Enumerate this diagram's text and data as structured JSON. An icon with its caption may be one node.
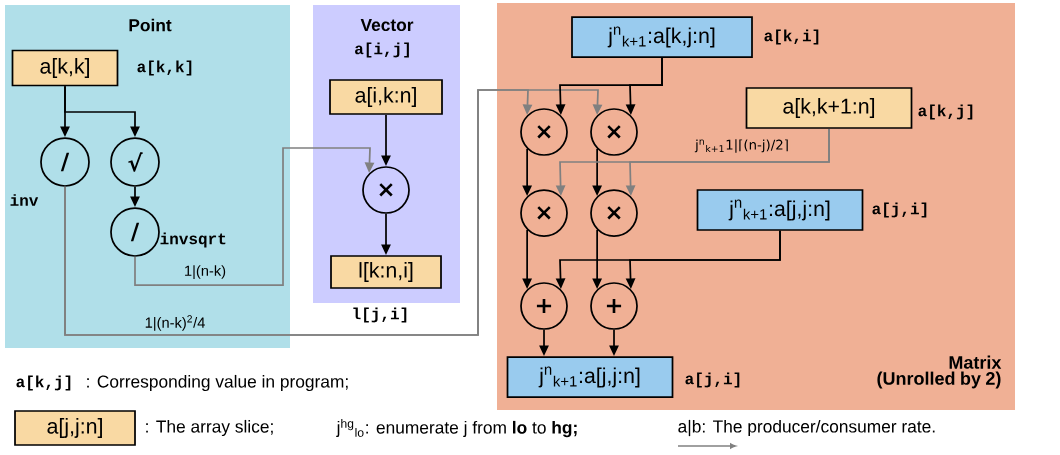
{
  "diagram": {
    "nodes": [
      {
        "text": [
          "Point"
        ]
      },
      {
        "text": [
          "a[k,k]"
        ],
        "in": 0,
        "beside": [
          "a[k,k]"
        ]
      },
      {
        "text": [
          "/"
        ],
        "in": 0,
        "beside": [
          "inv"
        ]
      },
      {
        "text": [
          "√"
        ],
        "in": 0
      },
      {
        "text": [
          "/"
        ],
        "in": 0,
        "beside": [
          "invsqrt"
        ]
      },
      {
        "text": [
          "Vector",
          "a[i,j]"
        ]
      },
      {
        "text": [
          "a[i,k:n]"
        ],
        "in": 5
      },
      {
        "text": [
          "×"
        ],
        "in": 5
      },
      {
        "text": [
          "l[k:n,i]"
        ],
        "in": 5,
        "beside": [
          "l[j,i]"
        ]
      },
      {
        "text": [
          "Matrix (Unrolled by 2)"
        ]
      },
      {
        "text": [
          "j$^{n}$$_{k+1}$:a[k,j:n]"
        ],
        "in": 9,
        "beside": [
          "a[k,i]"
        ]
      },
      {
        "text": [
          "×"
        ],
        "in": 9
      },
      {
        "text": [
          "×"
        ],
        "in": 9
      },
      {
        "text": [
          "a[k,k+1:n]"
        ],
        "in": 9,
        "beside": [
          "a[k,j]"
        ]
      },
      {
        "text": [
          "×"
        ],
        "in": 9
      },
      {
        "text": [
          "×"
        ],
        "in": 9
      },
      {
        "text": [
          "j$^{n}$$_{k+1}$:a[j,j:n]"
        ],
        "in": 9,
        "beside": [
          "a[j,i]"
        ]
      },
      {
        "text": [
          "+"
        ],
        "in": 9
      },
      {
        "text": [
          "+"
        ],
        "in": 9
      },
      {
        "text": [
          "j$^{n}$$_{k+1}$:a[j,j:n]"
        ],
        "in": 9,
        "beside": [
          "a[j,i]"
        ]
      },
      {
        "text": [
          "a[j,j:n]"
        ],
        "beside": [
          ": The array slice;"
        ]
      }
    ],
    "edges": [
      {
        "from": 1,
        "to": 2,
        "arrow": "to"
      },
      {
        "from": 1,
        "to": 3,
        "arrow": "to"
      },
      {
        "from": 3,
        "to": 4,
        "arrow": "to"
      },
      {
        "from": 4,
        "to": 7,
        "arrow": "to",
        "label": "1|(n-k)",
        "color": "#808080"
      },
      {
        "from": 6,
        "to": 7,
        "arrow": "to"
      },
      {
        "from": 7,
        "to": 8,
        "arrow": "to"
      },
      {
        "from": 2,
        "to": 11,
        "arrow": "to",
        "label": "1|(n-k)$^{2}$/4",
        "color": "#808080"
      },
      {
        "from": 2,
        "to": 12,
        "arrow": "to",
        "color": "#808080"
      },
      {
        "from": 10,
        "to": 11,
        "arrow": "to"
      },
      {
        "from": 10,
        "to": 12,
        "arrow": "to"
      },
      {
        "from": 11,
        "to": 14,
        "arrow": "to"
      },
      {
        "from": 12,
        "to": 15,
        "arrow": "to"
      },
      {
        "from": 13,
        "to": 14,
        "arrow": "to",
        "label": "j$^{n}$$_{k+1}$1|⌈(n-j)/2⌉",
        "color": "#808080"
      },
      {
        "from": 13,
        "to": 15,
        "arrow": "to",
        "color": "#808080"
      },
      {
        "from": 16,
        "to": 17,
        "arrow": "to"
      },
      {
        "from": 16,
        "to": 18,
        "arrow": "to"
      },
      {
        "from": 14,
        "to": 17,
        "arrow": "to"
      },
      {
        "from": 15,
        "to": 18,
        "arrow": "to"
      },
      {
        "from": 17,
        "to": 19,
        "arrow": "to"
      },
      {
        "from": 18,
        "to": 19,
        "arrow": "to"
      }
    ],
    "labels": [
      "a[k,j]",
      ": Corresponding value in program;",
      "j$^{hg}$$_{lo}$: enumerate j from **lo** to **hg;**"
    ],
    "legend": [
      {
        "text": "a|b: The producer/consumer rate."
      }
    ]
  }
}
